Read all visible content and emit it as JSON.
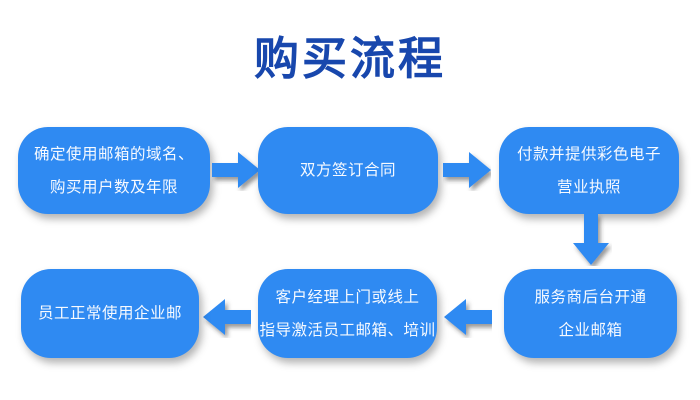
{
  "title": "购买流程",
  "colors": {
    "title_text": "#1847AD",
    "box_fill": "#2F8AF2",
    "arrow_fill": "#2F8AF2",
    "box_text": "#FFFFFF",
    "background": "#FFFFFF"
  },
  "flow": {
    "steps": [
      {
        "id": 1,
        "lines": [
          "确定使用邮箱的域名、",
          "购买用户数及年限"
        ]
      },
      {
        "id": 2,
        "lines": [
          "双方签订合同"
        ]
      },
      {
        "id": 3,
        "lines": [
          "付款并提供彩色电子",
          "营业执照"
        ]
      },
      {
        "id": 4,
        "lines": [
          "服务商后台开通",
          "企业邮箱"
        ]
      },
      {
        "id": 5,
        "lines": [
          "客户经理上门或线上",
          "指导激活员工邮箱、培训"
        ]
      },
      {
        "id": 6,
        "lines": [
          "员工正常使用企业邮"
        ]
      }
    ],
    "connectors": [
      {
        "from": 1,
        "to": 2,
        "direction": "right"
      },
      {
        "from": 2,
        "to": 3,
        "direction": "right"
      },
      {
        "from": 3,
        "to": 4,
        "direction": "down"
      },
      {
        "from": 4,
        "to": 5,
        "direction": "left"
      },
      {
        "from": 5,
        "to": 6,
        "direction": "left"
      }
    ]
  }
}
